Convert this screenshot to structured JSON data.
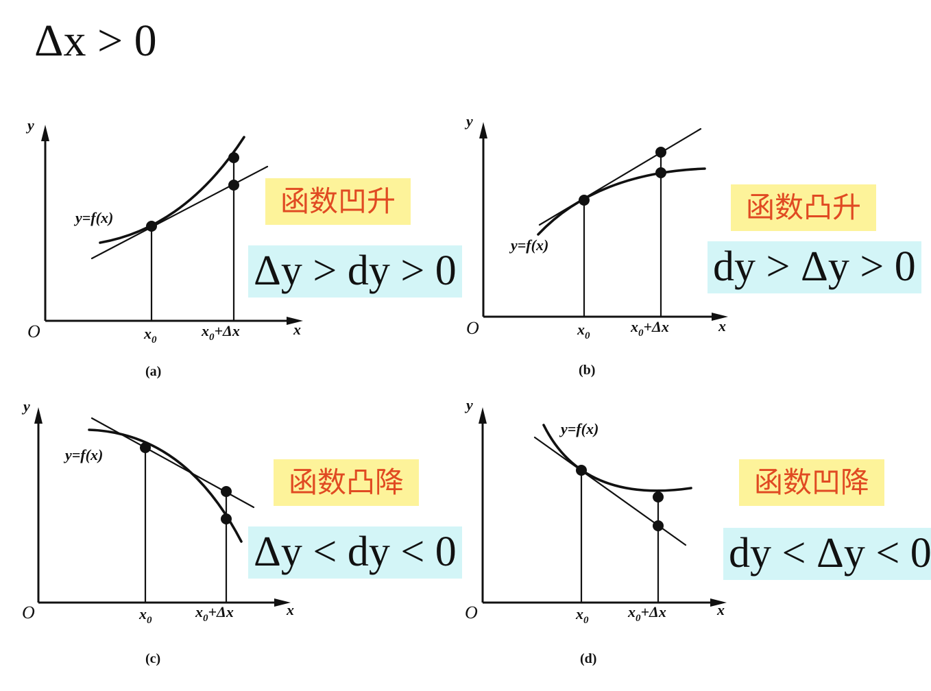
{
  "heading": "Δx > 0",
  "axis_labels": {
    "origin": "O",
    "x": "x",
    "y": "y"
  },
  "tick_labels": {
    "x0": "x",
    "x0_sub": "0",
    "x1_suffix": "+Δx"
  },
  "panels": [
    {
      "id": "a",
      "caption": "(a)",
      "curve_label": "y=f(x)",
      "tag": "函数凹升",
      "relation": "Δy > dy > 0",
      "colors": {
        "tag_bg": "#fdf39a",
        "tag_text": "#e04a22",
        "rel_bg": "#d3f5f7"
      }
    },
    {
      "id": "b",
      "caption": "(b)",
      "curve_label": "y=f(x)",
      "tag": "函数凸升",
      "relation": "dy > Δy > 0",
      "colors": {
        "tag_bg": "#fdf39a",
        "tag_text": "#e04a22",
        "rel_bg": "#d3f5f7"
      }
    },
    {
      "id": "c",
      "caption": "(c)",
      "curve_label": "y=f(x)",
      "tag": "函数凸降",
      "relation": "Δy < dy < 0",
      "colors": {
        "tag_bg": "#fdf39a",
        "tag_text": "#e04a22",
        "rel_bg": "#d3f5f7"
      }
    },
    {
      "id": "d",
      "caption": "(d)",
      "curve_label": "y=f(x)",
      "tag": "函数凹降",
      "relation": "dy < Δy < 0",
      "colors": {
        "tag_bg": "#fdf39a",
        "tag_text": "#e04a22",
        "rel_bg": "#d3f5f7"
      }
    }
  ]
}
